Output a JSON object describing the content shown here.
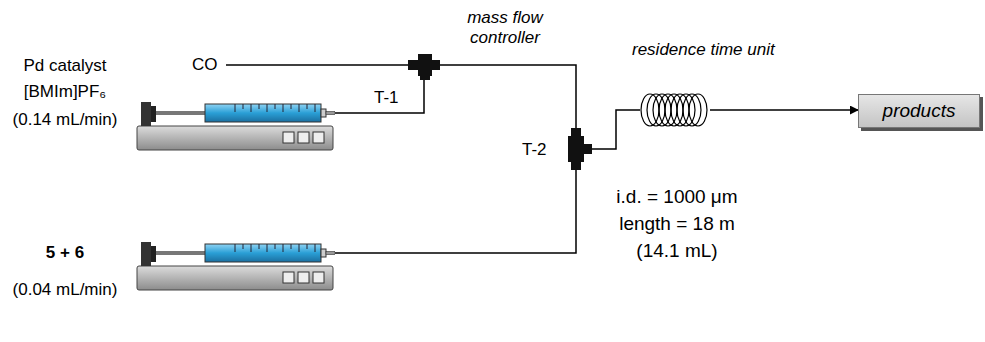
{
  "diagram": {
    "nodes": [
      {
        "text": [
          "Pd catalyst",
          "[BMIm]PF₆",
          "(0.14 mL/min)"
        ]
      },
      {
        "text": [
          "T-1"
        ]
      },
      {
        "text": [
          "5 + 6",
          "(0.04 mL/min)"
        ]
      },
      {
        "text": [
          "T-2"
        ]
      },
      {
        "text": [
          "residence time unit"
        ]
      },
      {
        "text": [
          "products"
        ]
      }
    ],
    "edges": [
      {
        "from": 0,
        "to": 1,
        "arrow": "none"
      },
      {
        "from": 1,
        "to": 3,
        "arrow": "none"
      },
      {
        "from": 2,
        "to": 3,
        "arrow": "none"
      },
      {
        "from": 3,
        "to": 4,
        "arrow": "none"
      },
      {
        "from": 4,
        "to": 5,
        "arrow": "to"
      }
    ],
    "labels": [
      "CO",
      "mass flow controller",
      "i.d. = 1000 μm",
      "length = 18 m",
      "(14.1 mL)"
    ]
  }
}
